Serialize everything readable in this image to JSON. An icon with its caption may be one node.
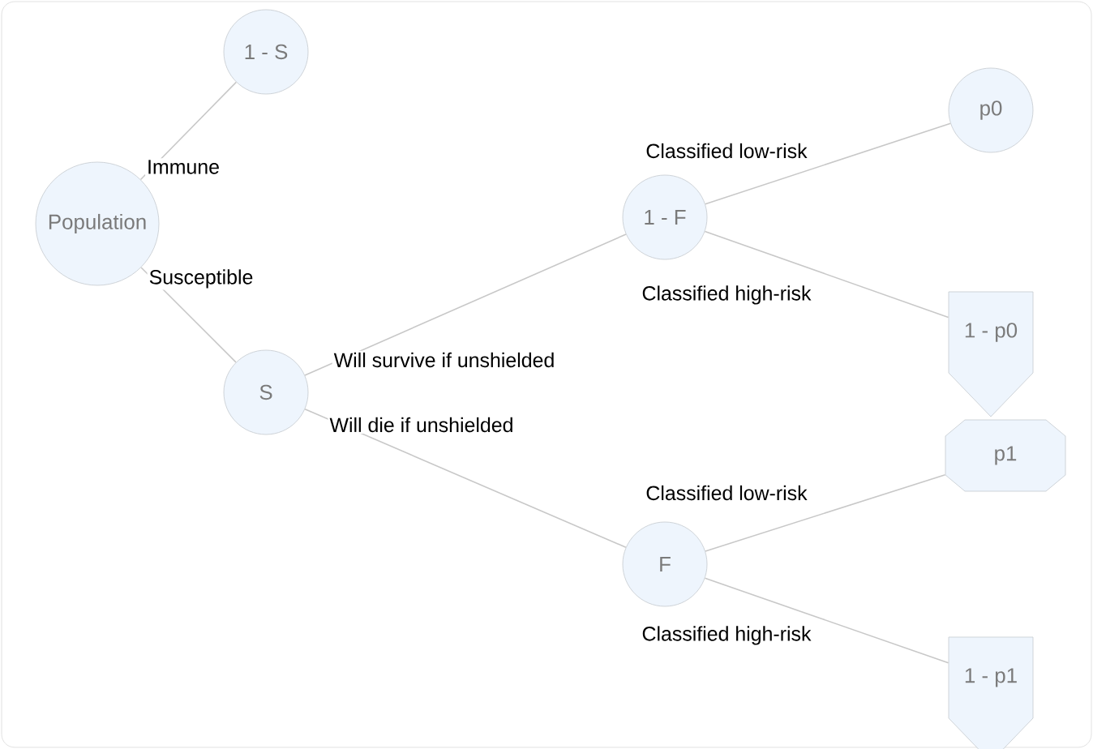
{
  "diagram": {
    "nodes": [
      {
        "text": [
          "Population"
        ]
      },
      {
        "text": [
          "1 - S"
        ]
      },
      {
        "text": [
          "S"
        ]
      },
      {
        "text": [
          "1 - F"
        ]
      },
      {
        "text": [
          "F"
        ]
      },
      {
        "text": [
          "p0"
        ]
      },
      {
        "text": [
          "1 - p0"
        ]
      },
      {
        "text": [
          "p1"
        ]
      },
      {
        "text": [
          "1 - p1"
        ]
      }
    ],
    "edges": [
      {
        "from": 0,
        "to": 1,
        "arrow": "none",
        "label": "Immune"
      },
      {
        "from": 0,
        "to": 2,
        "arrow": "none",
        "label": "Susceptible"
      },
      {
        "from": 2,
        "to": 3,
        "arrow": "none",
        "label": "Will survive if unshielded"
      },
      {
        "from": 2,
        "to": 4,
        "arrow": "none",
        "label": "Will die if unshielded"
      },
      {
        "from": 3,
        "to": 5,
        "arrow": "none",
        "label": "Classified low-risk"
      },
      {
        "from": 3,
        "to": 6,
        "arrow": "none",
        "label": "Classified high-risk"
      },
      {
        "from": 4,
        "to": 7,
        "arrow": "none",
        "label": "Classified low-risk"
      },
      {
        "from": 4,
        "to": 8,
        "arrow": "none",
        "label": "Classified high-risk"
      }
    ]
  }
}
